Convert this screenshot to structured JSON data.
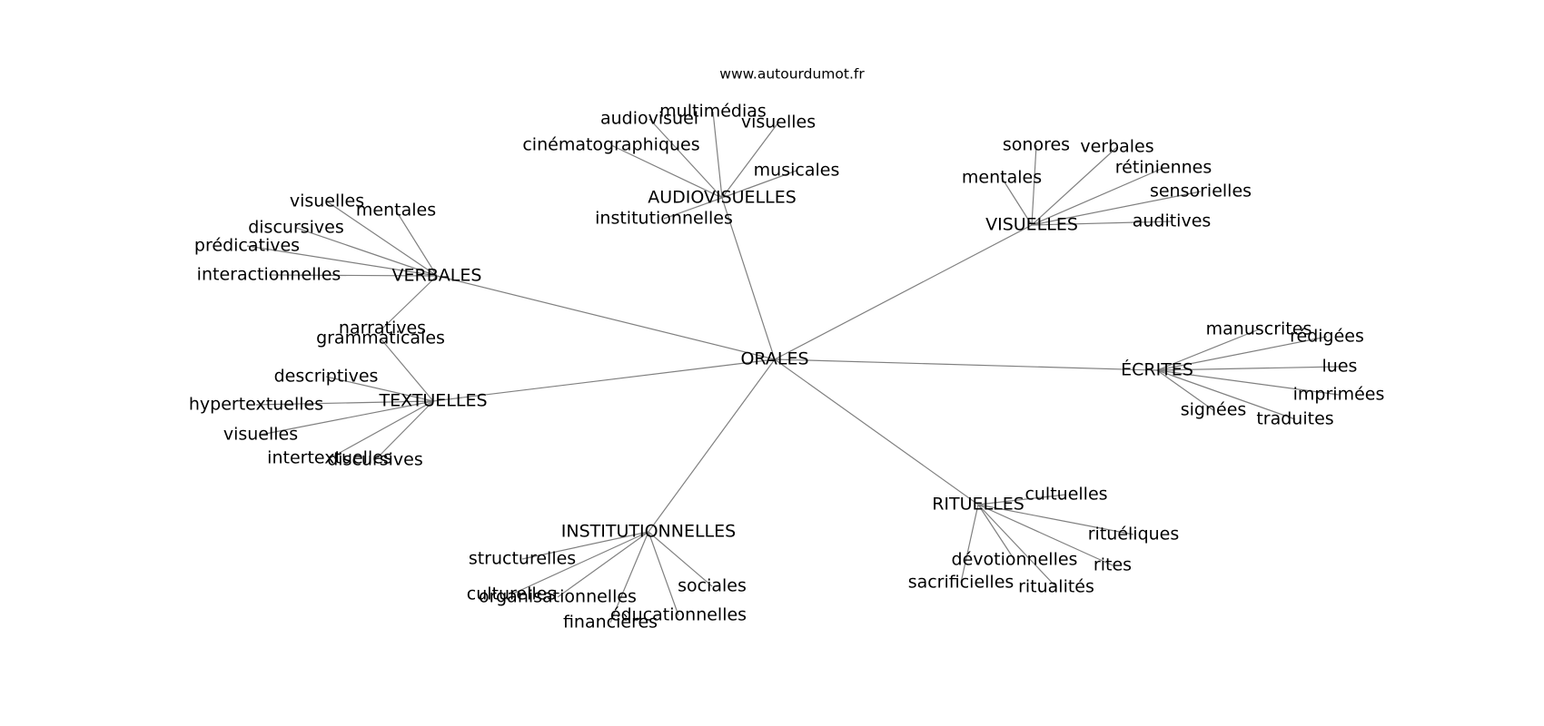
{
  "source": "www.autourdumot.fr",
  "center": "ORALES",
  "groups": [
    {
      "label": "AUDIOVISUELLES",
      "words": [
        "multimédias",
        "audiovisuel",
        "visuelles",
        "cinématographiques",
        "musicales",
        "institutionnelles"
      ]
    },
    {
      "label": "VISUELLES",
      "words": [
        "sonores",
        "verbales",
        "rétiniennes",
        "mentales",
        "sensorielles",
        "auditives"
      ]
    },
    {
      "label": "VERBALES",
      "words": [
        "visuelles",
        "mentales",
        "discursives",
        "prédicatives",
        "interactionnelles",
        "narratives"
      ]
    },
    {
      "label": "ÉCRITES",
      "words": [
        "manuscrites",
        "rédigées",
        "lues",
        "imprimées",
        "signées",
        "traduites"
      ]
    },
    {
      "label": "TEXTUELLES",
      "words": [
        "grammaticales",
        "descriptives",
        "hypertextuelles",
        "visuelles",
        "intertextuelles",
        "discursives"
      ]
    },
    {
      "label": "RITUELLES",
      "words": [
        "cultuelles",
        "rituéliques",
        "rites",
        "dévotionnelles",
        "sacrificielles",
        "ritualités"
      ]
    },
    {
      "label": "INSTITUTIONNELLES",
      "words": [
        "structurelles",
        "culturelles",
        "organisationnelles",
        "sociales",
        "financières",
        "éducationnelles"
      ]
    }
  ]
}
